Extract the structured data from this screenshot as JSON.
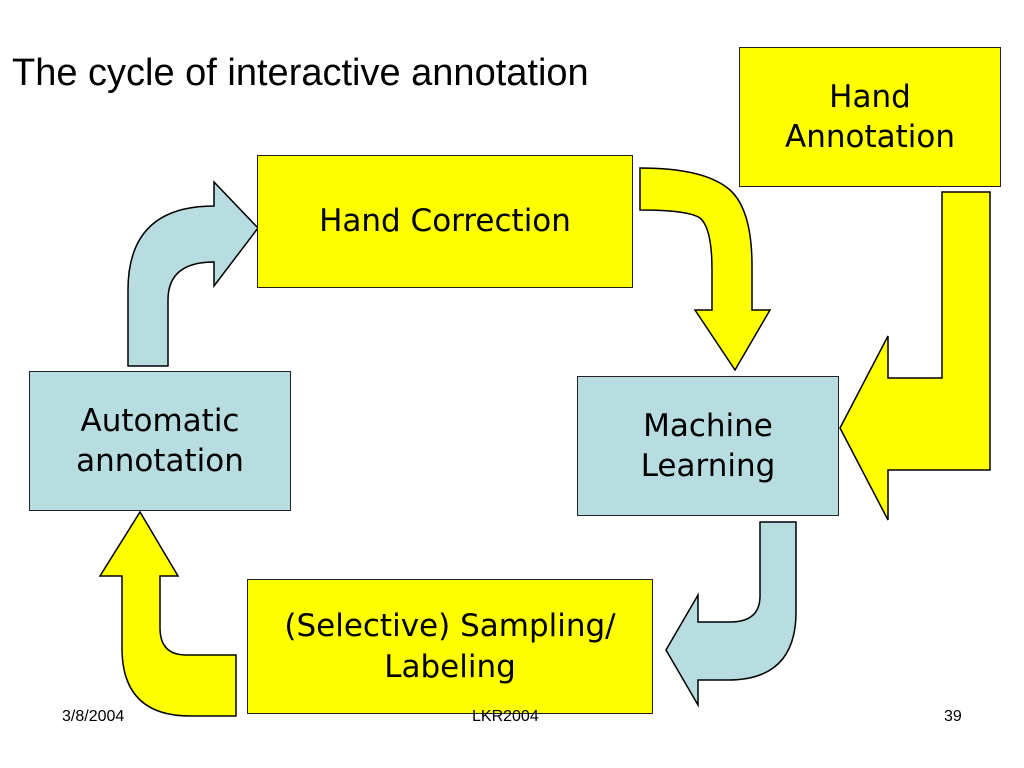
{
  "title": "The cycle of interactive annotation",
  "boxes": {
    "hand_annotation": [
      "Hand",
      "Annotation"
    ],
    "hand_correction": [
      "Hand Correction"
    ],
    "automatic_annotation": [
      "Automatic",
      "annotation"
    ],
    "machine_learning": [
      "Machine",
      "Learning"
    ],
    "sampling_labeling": [
      "(Selective) Sampling/",
      "Labeling"
    ]
  },
  "colors": {
    "yellow_box": "#ffff00",
    "blue_box": "#b7dde0",
    "yellow_arrow": "#ffff00",
    "blue_arrow": "#b7dde0"
  },
  "footer": {
    "date": "3/8/2004",
    "center": "LKR2004",
    "page_number": "39"
  }
}
